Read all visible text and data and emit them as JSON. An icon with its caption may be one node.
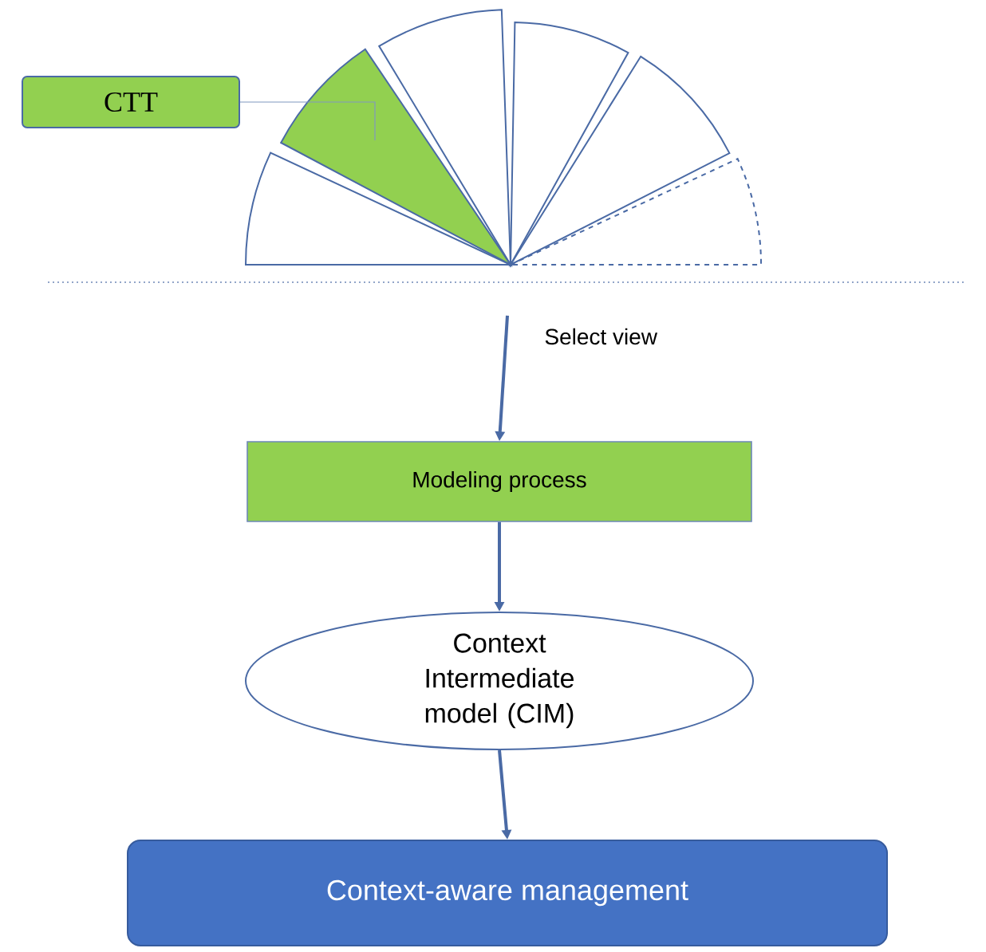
{
  "diagram": {
    "nodes": [
      {
        "text": [
          "CTT"
        ]
      },
      {
        "text": [],
        "shape": "wedge"
      },
      {
        "text": [
          "Modeling process"
        ]
      },
      {
        "text": [
          "Context Intermediate model (CIM)"
        ]
      },
      {
        "text": [
          "Context-aware management"
        ]
      }
    ],
    "edges": [
      {
        "from": 0,
        "to": 1,
        "arrow": "none"
      },
      {
        "from": null,
        "to": 2,
        "arrow": "to",
        "label": "Select view"
      },
      {
        "from": 2,
        "to": 3,
        "arrow": "to"
      },
      {
        "from": 3,
        "to": 4,
        "arrow": "to"
      }
    ]
  }
}
